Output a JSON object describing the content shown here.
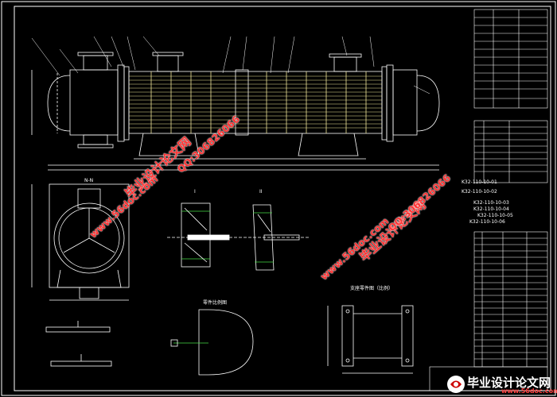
{
  "drawing": {
    "part_codes": [
      "K32-110-10-01",
      "K32-110-10-02",
      "K32-110-10-03",
      "K32-110-10-04",
      "K32-110-10-05",
      "K32-110-10-06"
    ],
    "section_labels": {
      "top_view": "N-N",
      "detail_i": "I",
      "detail_ii": "II",
      "detail_fill": "零件比例图",
      "detail_bracket": "支座零件图（比例）"
    }
  },
  "watermarks": {
    "site_cn": "毕业设计论文网",
    "site_url": "www.56doc.com",
    "qq": "QQ:306826066"
  },
  "logo": {
    "text_cn": "毕业设计论文网",
    "url": "www.56doc.com"
  },
  "colors": {
    "background": "#000000",
    "line": "#ffffff",
    "tube": "#f2e79a",
    "watermark": "#ff3333",
    "accent_green": "#44dd44",
    "accent_cyan": "#33dddd",
    "accent_red": "#ff4444"
  }
}
